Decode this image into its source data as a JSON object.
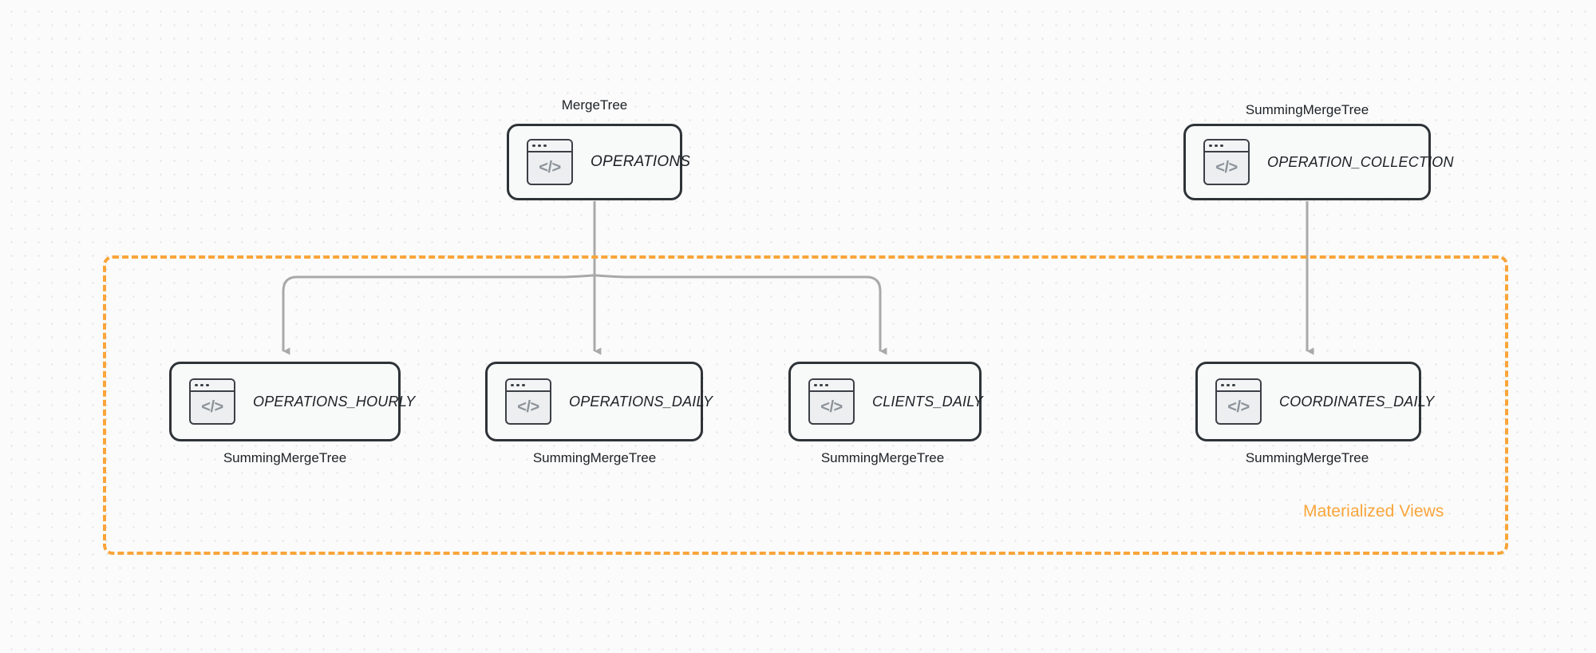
{
  "diagram": {
    "background_color": "#fbfbfb",
    "accent_color": "#f9a53a",
    "connector_color": "#a9a9a9",
    "node_border_color": "#2e3338",
    "icon_glyph": "</>",
    "group": {
      "label": "Materialized Views"
    },
    "nodes": [
      {
        "id": "operations",
        "title": "OPERATIONS",
        "caption": "MergeTree",
        "caption_position": "above",
        "icon": "code-window-icon"
      },
      {
        "id": "operation_collection",
        "title": "OPERATION_COLLECTION",
        "caption": "SummingMergeTree",
        "caption_position": "above",
        "icon": "code-window-icon"
      },
      {
        "id": "operations_hourly",
        "title": "OPERATIONS_HOURLY",
        "caption": "SummingMergeTree",
        "caption_position": "below",
        "icon": "code-window-icon"
      },
      {
        "id": "operations_daily",
        "title": "OPERATIONS_DAILY",
        "caption": "SummingMergeTree",
        "caption_position": "below",
        "icon": "code-window-icon"
      },
      {
        "id": "clients_daily",
        "title": "CLIENTS_DAILY",
        "caption": "SummingMergeTree",
        "caption_position": "below",
        "icon": "code-window-icon"
      },
      {
        "id": "coordinates_daily",
        "title": "COORDINATES_DAILY",
        "caption": "SummingMergeTree",
        "caption_position": "below",
        "icon": "code-window-icon"
      }
    ],
    "edges": [
      {
        "from": "operations",
        "to": "operations_hourly"
      },
      {
        "from": "operations",
        "to": "operations_daily"
      },
      {
        "from": "operations",
        "to": "clients_daily"
      },
      {
        "from": "operation_collection",
        "to": "coordinates_daily"
      }
    ]
  }
}
